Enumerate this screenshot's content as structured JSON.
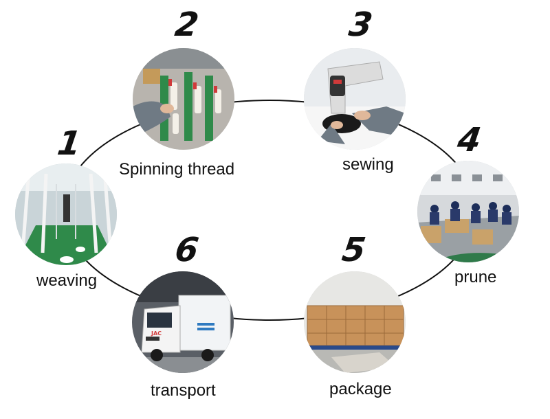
{
  "steps": [
    {
      "number": "1",
      "label": "weaving",
      "icon": "weaving-loom-photo"
    },
    {
      "number": "2",
      "label": "Spinning thread",
      "icon": "spinning-thread-photo"
    },
    {
      "number": "3",
      "label": "sewing",
      "icon": "sewing-machine-photo"
    },
    {
      "number": "4",
      "label": "prune",
      "icon": "workers-pruning-photo"
    },
    {
      "number": "5",
      "label": "package",
      "icon": "stacked-boxes-photo"
    },
    {
      "number": "6",
      "label": "transport",
      "icon": "delivery-truck-photo"
    }
  ],
  "truck_brand": "JAC",
  "colors": {
    "ring": "#111111",
    "text": "#111111",
    "background": "#ffffff"
  }
}
